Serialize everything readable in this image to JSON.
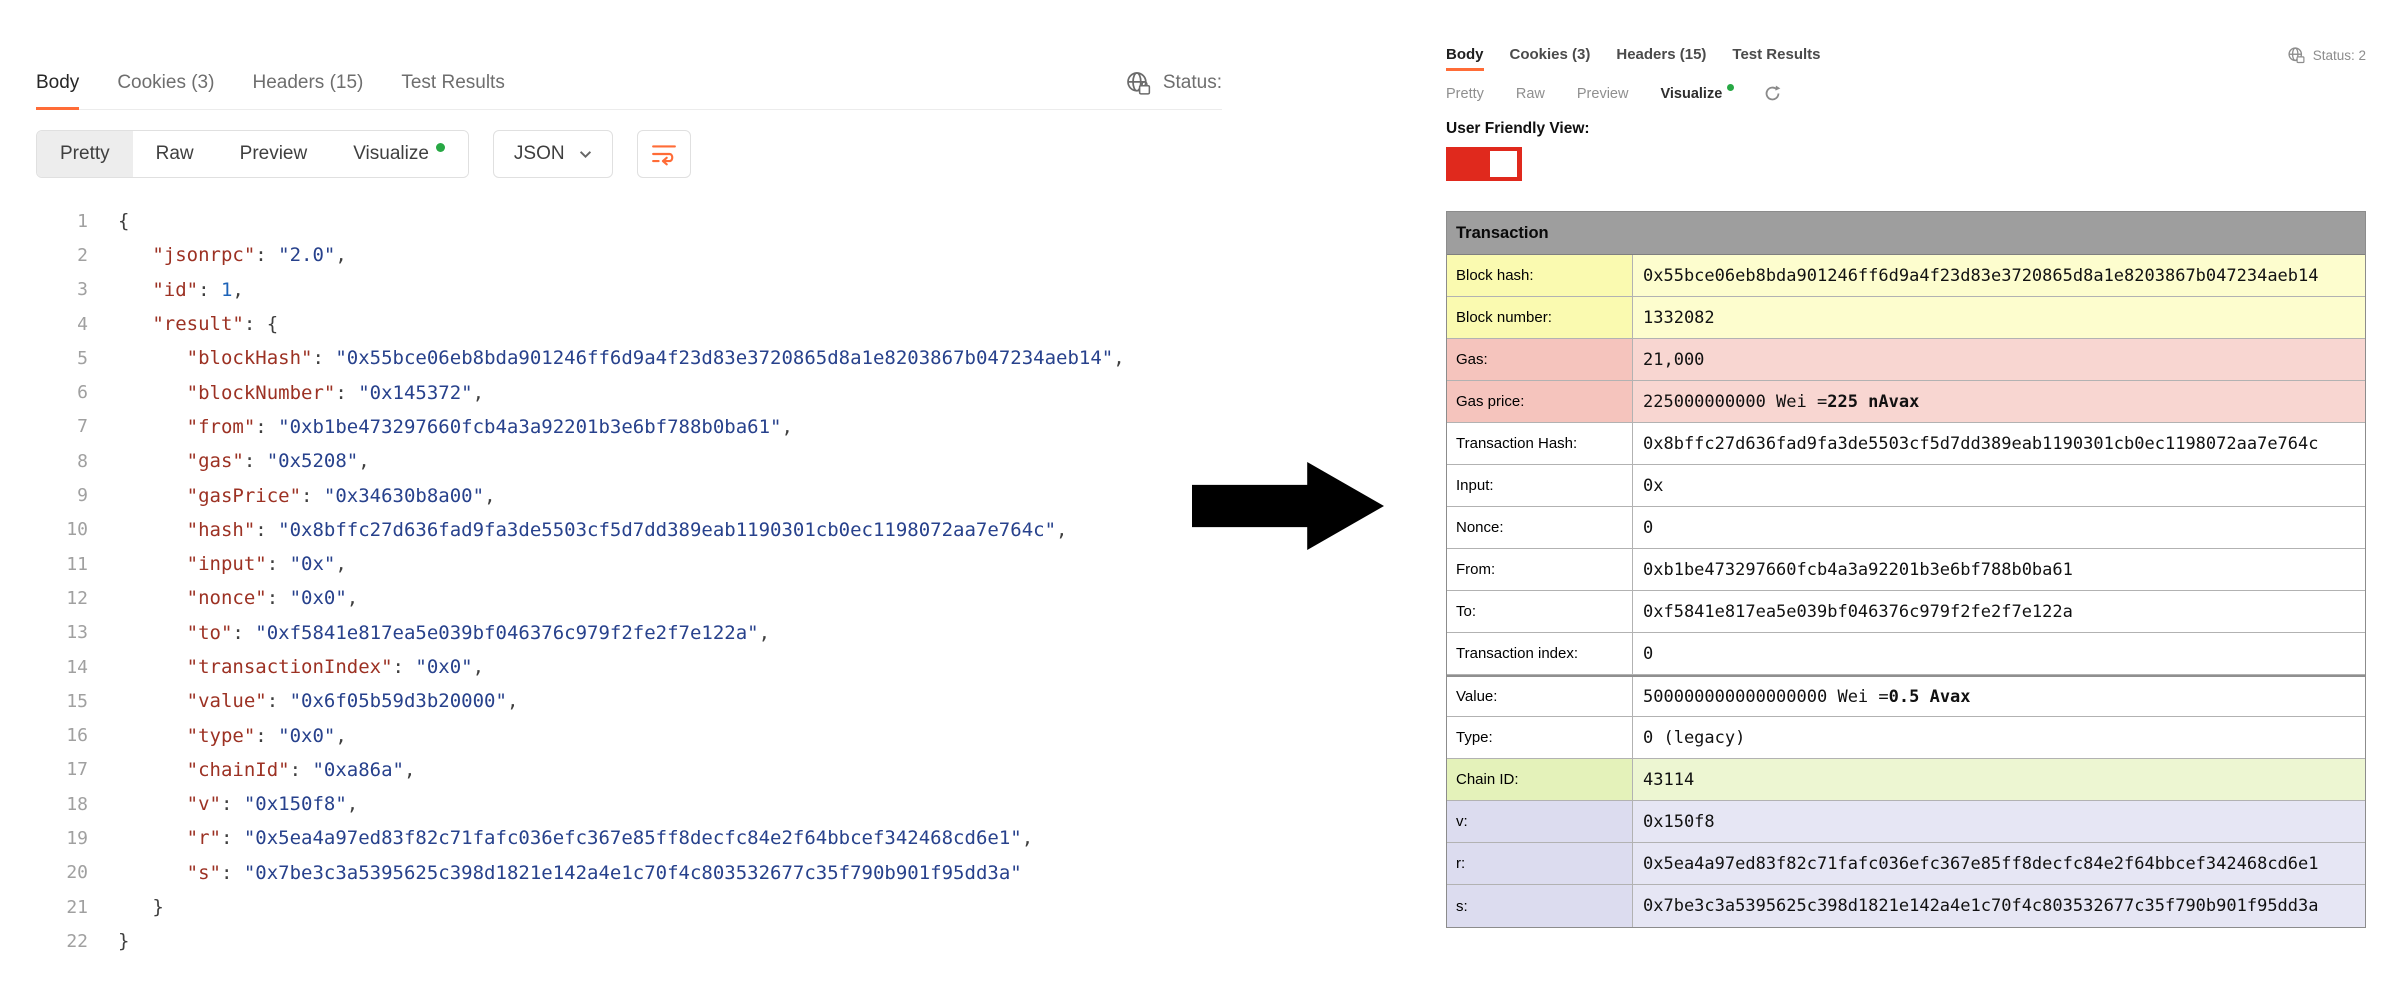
{
  "colors": {
    "accent_orange": "#ff6c37",
    "green_dot": "#27a844",
    "toggle_red": "#e0291d",
    "table_header_bg": "#9e9e9e",
    "row_yellow_label": "#fafab0",
    "row_yellow_value": "#fdfdce",
    "row_red_label": "#f5c4bd",
    "row_red_value": "#f8d6d1",
    "row_green_label": "#e4f2ba",
    "row_green_value": "#edf6d2",
    "row_purple_label": "#dcdcef",
    "row_purple_value": "#e6e6f4",
    "json_key": "#9c3123",
    "json_string": "#27418c",
    "json_number": "#1d63b8",
    "json_punct": "#3f3f3f",
    "arrow": "#000000"
  },
  "left_panel": {
    "tabs": [
      {
        "label": "Body",
        "active": true,
        "dot": false
      },
      {
        "label": "Cookies (3)",
        "active": false,
        "dot": false
      },
      {
        "label": "Headers (15)",
        "active": false,
        "dot": false
      },
      {
        "label": "Test Results",
        "active": false,
        "dot": false
      }
    ],
    "status_label": "Status:",
    "view_buttons": [
      {
        "label": "Pretty",
        "active": true,
        "dot": false
      },
      {
        "label": "Raw",
        "active": false,
        "dot": false
      },
      {
        "label": "Preview",
        "active": false,
        "dot": false
      },
      {
        "label": "Visualize",
        "active": false,
        "dot": true
      }
    ],
    "format_dropdown": "JSON",
    "code_lines": [
      {
        "n": 1,
        "i": 0,
        "t": [
          [
            "p",
            "{"
          ]
        ]
      },
      {
        "n": 2,
        "i": 1,
        "t": [
          [
            "k",
            "\"jsonrpc\""
          ],
          [
            "p",
            ": "
          ],
          [
            "s",
            "\"2.0\""
          ],
          [
            "p",
            ","
          ]
        ]
      },
      {
        "n": 3,
        "i": 1,
        "t": [
          [
            "k",
            "\"id\""
          ],
          [
            "p",
            ": "
          ],
          [
            "d",
            "1"
          ],
          [
            "p",
            ","
          ]
        ]
      },
      {
        "n": 4,
        "i": 1,
        "t": [
          [
            "k",
            "\"result\""
          ],
          [
            "p",
            ": {"
          ]
        ]
      },
      {
        "n": 5,
        "i": 2,
        "t": [
          [
            "k",
            "\"blockHash\""
          ],
          [
            "p",
            ": "
          ],
          [
            "s",
            "\"0x55bce06eb8bda901246ff6d9a4f23d83e3720865d8a1e8203867b047234aeb14\""
          ],
          [
            "p",
            ","
          ]
        ]
      },
      {
        "n": 6,
        "i": 2,
        "t": [
          [
            "k",
            "\"blockNumber\""
          ],
          [
            "p",
            ": "
          ],
          [
            "s",
            "\"0x145372\""
          ],
          [
            "p",
            ","
          ]
        ]
      },
      {
        "n": 7,
        "i": 2,
        "t": [
          [
            "k",
            "\"from\""
          ],
          [
            "p",
            ": "
          ],
          [
            "s",
            "\"0xb1be473297660fcb4a3a92201b3e6bf788b0ba61\""
          ],
          [
            "p",
            ","
          ]
        ]
      },
      {
        "n": 8,
        "i": 2,
        "t": [
          [
            "k",
            "\"gas\""
          ],
          [
            "p",
            ": "
          ],
          [
            "s",
            "\"0x5208\""
          ],
          [
            "p",
            ","
          ]
        ]
      },
      {
        "n": 9,
        "i": 2,
        "t": [
          [
            "k",
            "\"gasPrice\""
          ],
          [
            "p",
            ": "
          ],
          [
            "s",
            "\"0x34630b8a00\""
          ],
          [
            "p",
            ","
          ]
        ]
      },
      {
        "n": 10,
        "i": 2,
        "t": [
          [
            "k",
            "\"hash\""
          ],
          [
            "p",
            ": "
          ],
          [
            "s",
            "\"0x8bffc27d636fad9fa3de5503cf5d7dd389eab1190301cb0ec1198072aa7e764c\""
          ],
          [
            "p",
            ","
          ]
        ]
      },
      {
        "n": 11,
        "i": 2,
        "t": [
          [
            "k",
            "\"input\""
          ],
          [
            "p",
            ": "
          ],
          [
            "s",
            "\"0x\""
          ],
          [
            "p",
            ","
          ]
        ]
      },
      {
        "n": 12,
        "i": 2,
        "t": [
          [
            "k",
            "\"nonce\""
          ],
          [
            "p",
            ": "
          ],
          [
            "s",
            "\"0x0\""
          ],
          [
            "p",
            ","
          ]
        ]
      },
      {
        "n": 13,
        "i": 2,
        "t": [
          [
            "k",
            "\"to\""
          ],
          [
            "p",
            ": "
          ],
          [
            "s",
            "\"0xf5841e817ea5e039bf046376c979f2fe2f7e122a\""
          ],
          [
            "p",
            ","
          ]
        ]
      },
      {
        "n": 14,
        "i": 2,
        "t": [
          [
            "k",
            "\"transactionIndex\""
          ],
          [
            "p",
            ": "
          ],
          [
            "s",
            "\"0x0\""
          ],
          [
            "p",
            ","
          ]
        ]
      },
      {
        "n": 15,
        "i": 2,
        "t": [
          [
            "k",
            "\"value\""
          ],
          [
            "p",
            ": "
          ],
          [
            "s",
            "\"0x6f05b59d3b20000\""
          ],
          [
            "p",
            ","
          ]
        ]
      },
      {
        "n": 16,
        "i": 2,
        "t": [
          [
            "k",
            "\"type\""
          ],
          [
            "p",
            ": "
          ],
          [
            "s",
            "\"0x0\""
          ],
          [
            "p",
            ","
          ]
        ]
      },
      {
        "n": 17,
        "i": 2,
        "t": [
          [
            "k",
            "\"chainId\""
          ],
          [
            "p",
            ": "
          ],
          [
            "s",
            "\"0xa86a\""
          ],
          [
            "p",
            ","
          ]
        ]
      },
      {
        "n": 18,
        "i": 2,
        "t": [
          [
            "k",
            "\"v\""
          ],
          [
            "p",
            ": "
          ],
          [
            "s",
            "\"0x150f8\""
          ],
          [
            "p",
            ","
          ]
        ]
      },
      {
        "n": 19,
        "i": 2,
        "t": [
          [
            "k",
            "\"r\""
          ],
          [
            "p",
            ": "
          ],
          [
            "s",
            "\"0x5ea4a97ed83f82c71fafc036efc367e85ff8decfc84e2f64bbcef342468cd6e1\""
          ],
          [
            "p",
            ","
          ]
        ]
      },
      {
        "n": 20,
        "i": 2,
        "t": [
          [
            "k",
            "\"s\""
          ],
          [
            "p",
            ": "
          ],
          [
            "s",
            "\"0x7be3c3a5395625c398d1821e142a4e1c70f4c803532677c35f790b901f95dd3a\""
          ]
        ]
      },
      {
        "n": 21,
        "i": 1,
        "t": [
          [
            "p",
            "}"
          ]
        ]
      },
      {
        "n": 22,
        "i": 0,
        "t": [
          [
            "p",
            "}"
          ]
        ]
      }
    ]
  },
  "right_panel": {
    "tabs": [
      {
        "label": "Body",
        "active": true,
        "dot": false
      },
      {
        "label": "Cookies (3)",
        "active": false,
        "dot": false
      },
      {
        "label": "Headers (15)",
        "active": false,
        "dot": false
      },
      {
        "label": "Test Results",
        "active": false,
        "dot": false
      }
    ],
    "status_label": "Status: 2",
    "view_links": [
      {
        "label": "Pretty",
        "active": false,
        "dot": false
      },
      {
        "label": "Raw",
        "active": false,
        "dot": false
      },
      {
        "label": "Preview",
        "active": false,
        "dot": false
      },
      {
        "label": "Visualize",
        "active": true,
        "dot": true
      }
    ],
    "friendly_view_label": "User Friendly View:",
    "toggle_on": true,
    "table": {
      "title": "Transaction",
      "rows": [
        {
          "label": "Block hash:",
          "value": "0x55bce06eb8bda901246ff6d9a4f23d83e3720865d8a1e8203867b047234aeb14",
          "bold": "",
          "color": "yellow",
          "thick_top": false
        },
        {
          "label": "Block number:",
          "value": "1332082",
          "bold": "",
          "color": "yellow",
          "thick_top": false
        },
        {
          "label": "Gas:",
          "value": "21,000",
          "bold": "",
          "color": "red",
          "thick_top": false
        },
        {
          "label": "Gas price:",
          "value": "225000000000 Wei = ",
          "bold": "225 nAvax",
          "color": "red",
          "thick_top": false
        },
        {
          "label": "Transaction Hash:",
          "value": "0x8bffc27d636fad9fa3de5503cf5d7dd389eab1190301cb0ec1198072aa7e764c",
          "bold": "",
          "color": "white",
          "thick_top": false
        },
        {
          "label": "Input:",
          "value": "0x",
          "bold": "",
          "color": "white",
          "thick_top": false
        },
        {
          "label": "Nonce:",
          "value": "0",
          "bold": "",
          "color": "white",
          "thick_top": false
        },
        {
          "label": "From:",
          "value": "0xb1be473297660fcb4a3a92201b3e6bf788b0ba61",
          "bold": "",
          "color": "white",
          "thick_top": false
        },
        {
          "label": "To:",
          "value": "0xf5841e817ea5e039bf046376c979f2fe2f7e122a",
          "bold": "",
          "color": "white",
          "thick_top": false
        },
        {
          "label": "Transaction index:",
          "value": "0",
          "bold": "",
          "color": "white",
          "thick_top": false
        },
        {
          "label": "Value:",
          "value": "500000000000000000 Wei = ",
          "bold": "0.5 Avax",
          "color": "white",
          "thick_top": true
        },
        {
          "label": "Type:",
          "value": "0 (legacy)",
          "bold": "",
          "color": "white",
          "thick_top": false
        },
        {
          "label": "Chain ID:",
          "value": "43114",
          "bold": "",
          "color": "green",
          "thick_top": false
        },
        {
          "label": "v:",
          "value": "0x150f8",
          "bold": "",
          "color": "purple",
          "thick_top": false
        },
        {
          "label": "r:",
          "value": "0x5ea4a97ed83f82c71fafc036efc367e85ff8decfc84e2f64bbcef342468cd6e1",
          "bold": "",
          "color": "purple",
          "thick_top": false
        },
        {
          "label": "s:",
          "value": "0x7be3c3a5395625c398d1821e142a4e1c70f4c803532677c35f790b901f95dd3a",
          "bold": "",
          "color": "purple",
          "thick_top": false
        }
      ]
    }
  }
}
